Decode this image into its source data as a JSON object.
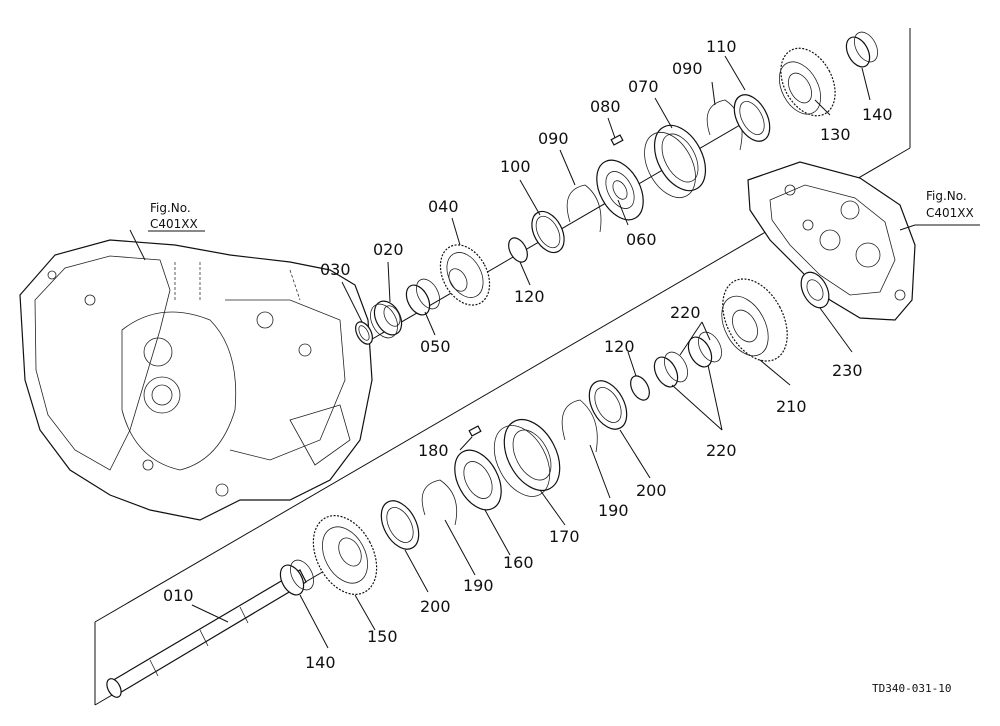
{
  "figure": {
    "code": "TD340-031-10",
    "fig_refs": [
      {
        "id": "left",
        "title": "Fig.No.",
        "code": "C401XX"
      },
      {
        "id": "right",
        "title": "Fig.No.",
        "code": "C401XX"
      }
    ]
  },
  "parts": [
    {
      "id": "p010",
      "label": "010"
    },
    {
      "id": "p020",
      "label": "020"
    },
    {
      "id": "p030",
      "label": "030"
    },
    {
      "id": "p040",
      "label": "040"
    },
    {
      "id": "p050",
      "label": "050"
    },
    {
      "id": "p060",
      "label": "060"
    },
    {
      "id": "p070",
      "label": "070"
    },
    {
      "id": "p080",
      "label": "080"
    },
    {
      "id": "p090a",
      "label": "090"
    },
    {
      "id": "p090b",
      "label": "090"
    },
    {
      "id": "p100",
      "label": "100"
    },
    {
      "id": "p110",
      "label": "110"
    },
    {
      "id": "p120a",
      "label": "120"
    },
    {
      "id": "p120b",
      "label": "120"
    },
    {
      "id": "p130",
      "label": "130"
    },
    {
      "id": "p140a",
      "label": "140"
    },
    {
      "id": "p140b",
      "label": "140"
    },
    {
      "id": "p150",
      "label": "150"
    },
    {
      "id": "p160",
      "label": "160"
    },
    {
      "id": "p170",
      "label": "170"
    },
    {
      "id": "p180",
      "label": "180"
    },
    {
      "id": "p190a",
      "label": "190"
    },
    {
      "id": "p190b",
      "label": "190"
    },
    {
      "id": "p200a",
      "label": "200"
    },
    {
      "id": "p200b",
      "label": "200"
    },
    {
      "id": "p210",
      "label": "210"
    },
    {
      "id": "p220a",
      "label": "220"
    },
    {
      "id": "p220b",
      "label": "220"
    },
    {
      "id": "p230",
      "label": "230"
    }
  ]
}
